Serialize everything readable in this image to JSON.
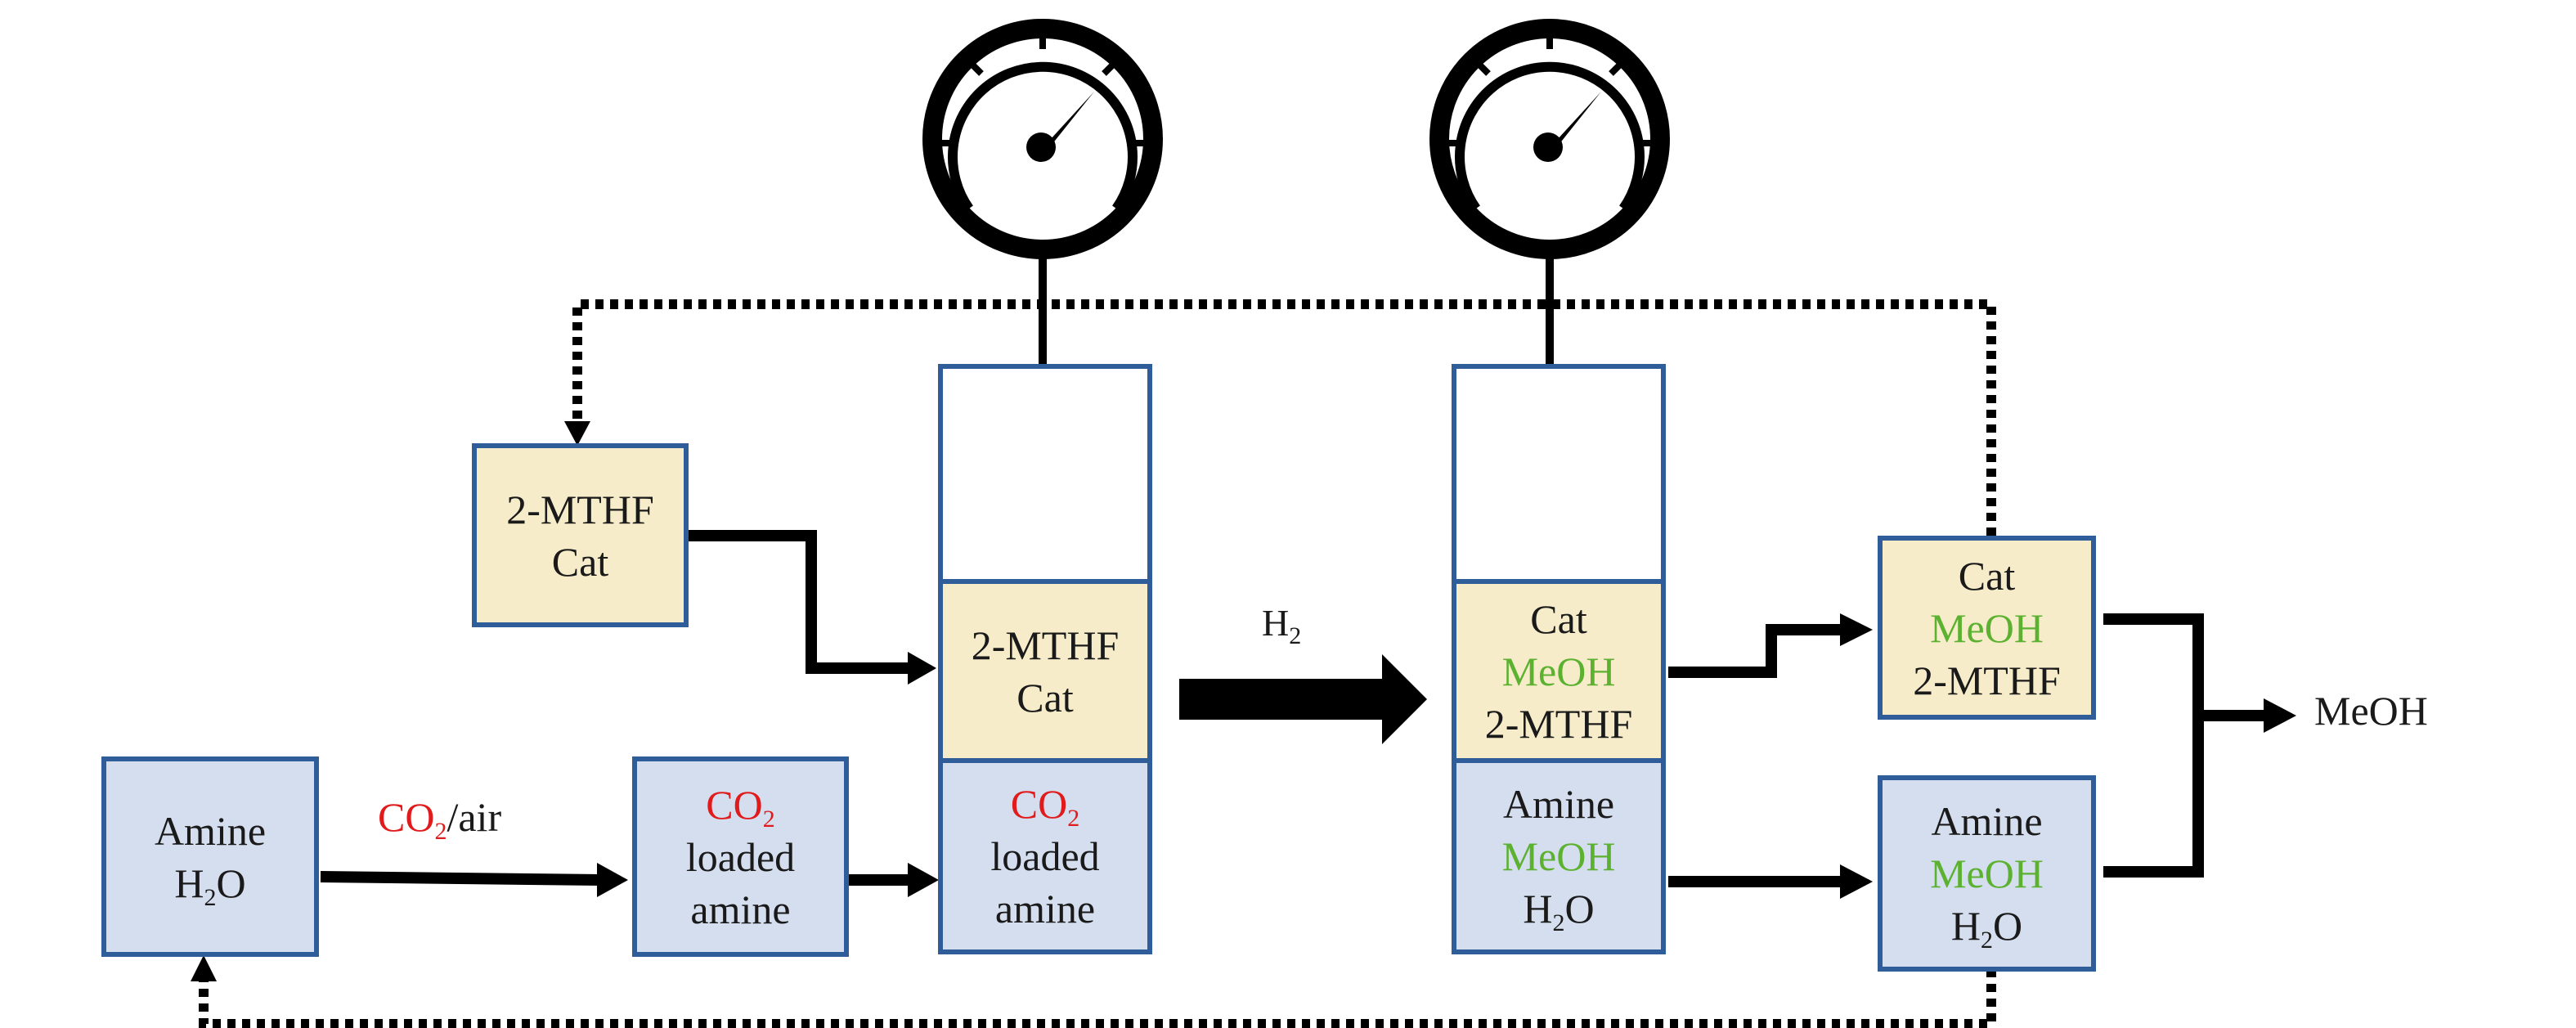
{
  "diagram": {
    "feed_catalyst": {
      "lines": [
        "2-MTHF",
        "Cat"
      ]
    },
    "amine_feed": {
      "line1": "Amine",
      "line2_main": "H",
      "line2_sub": "2",
      "line2_end": "O"
    },
    "co2_air_label": {
      "co": "CO",
      "sub": "2",
      "rest": "/air"
    },
    "loaded_amine": {
      "co": "CO",
      "sub": "2",
      "line2": "loaded",
      "line3": "amine"
    },
    "reactor1": {
      "organic_phase": [
        "2-MTHF",
        "Cat"
      ],
      "aqueous_phase": {
        "co": "CO",
        "sub": "2",
        "line2": "loaded",
        "line3": "amine"
      }
    },
    "h2_label": {
      "main": "H",
      "sub": "2"
    },
    "reactor2": {
      "organic_phase": [
        {
          "text": "Cat",
          "color": "black"
        },
        {
          "text": "MeOH",
          "color": "green"
        },
        {
          "text": "2-MTHF",
          "color": "black"
        }
      ],
      "aqueous_phase": {
        "line1": "Amine",
        "line2": "MeOH",
        "line3_main": "H",
        "line3_sub": "2",
        "line3_end": "O"
      }
    },
    "separated_organic": [
      {
        "text": "Cat",
        "color": "black"
      },
      {
        "text": "MeOH",
        "color": "green"
      },
      {
        "text": "2-MTHF",
        "color": "black"
      }
    ],
    "separated_aqueous": {
      "line1": "Amine",
      "line2": "MeOH",
      "line3_main": "H",
      "line3_sub": "2",
      "line3_end": "O"
    },
    "product_label": "MeOH",
    "colors": {
      "green": "#5cb230",
      "red": "#e11b1b",
      "border": "#2f5d9a",
      "cream": "#f6ecca",
      "blue": "#d4deee"
    }
  }
}
